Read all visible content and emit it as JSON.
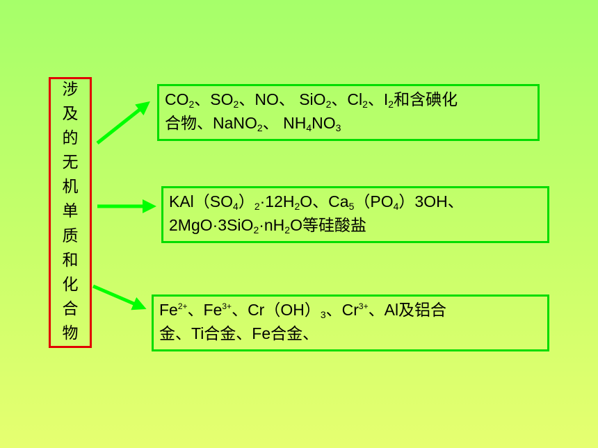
{
  "vertical_label": [
    "涉",
    "及",
    "的",
    "无",
    "机",
    "单",
    "质",
    "和",
    "化",
    "合",
    "物"
  ],
  "box1": {
    "line1": {
      "a": "CO",
      "a_sub": "2",
      "b": "、SO",
      "b_sub": "2",
      "c": "、NO、 SiO",
      "c_sub": "2",
      "d": "、Cl",
      "d_sub": "2",
      "e": "、I",
      "e_sub": "2",
      "f": "和含碘化"
    },
    "line2": {
      "a": "合物、NaNO",
      "a_sub": "2",
      "b": "、 NH",
      "b_sub": "4",
      "c": "NO",
      "c_sub": "3"
    }
  },
  "box2": {
    "line1": {
      "a": "KAl（SO",
      "a_sub": "4",
      "b": "）",
      "b_sub": "2",
      "c": "·12H",
      "c_sub": "2",
      "d": "O、Ca",
      "d_sub": "5",
      "e": "（PO",
      "e_sub": "4",
      "f": "）3OH、"
    },
    "line2": {
      "a": "2MgO·3SiO",
      "a_sub": "2",
      "b": "·nH",
      "b_sub": "2",
      "c": "O等硅酸盐"
    }
  },
  "box3": {
    "line1": {
      "a": "Fe",
      "a_sup": "2+",
      "b": "、Fe",
      "b_sup": "3+",
      "c": "、Cr（OH）",
      "c_sub": "3",
      "d": "、Cr",
      "d_sup": "3+",
      "e": "、Al及铝合"
    },
    "line2": {
      "a": "金、Ti合金、Fe合金、"
    }
  },
  "colors": {
    "box_border": "#00dd00",
    "label_border": "#e00000",
    "arrow": "#00ff00"
  }
}
